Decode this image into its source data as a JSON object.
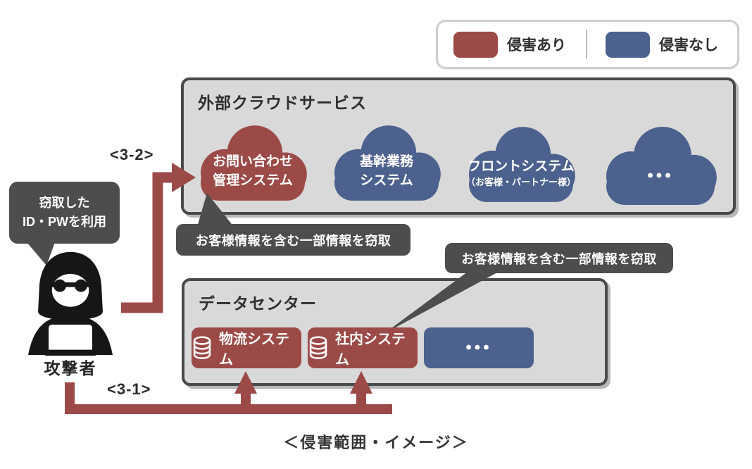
{
  "page": {
    "caption": "＜侵害範囲・イメージ＞"
  },
  "legend": {
    "breached_label": "侵害あり",
    "not_breached_label": "侵害なし",
    "breached_color": "#9c4a48",
    "not_breached_color": "#4c618e"
  },
  "attacker": {
    "label": "攻撃者",
    "bubble_line1": "窃取した",
    "bubble_line2": "ID・PWを利用"
  },
  "arrows": {
    "step_3_2_label": "<3-2>",
    "step_3_1_label": "<3-1>",
    "color": "#9c4a48"
  },
  "cloud_section": {
    "title": "外部クラウドサービス",
    "clouds": [
      {
        "line1": "お問い合わせ",
        "line2": "管理システム",
        "status": "breached"
      },
      {
        "line1": "基幹業務",
        "line2": "システム",
        "status": "clean"
      },
      {
        "line1": "フロントシステム",
        "line2": "（お客様・パートナー様）",
        "status": "clean"
      },
      {
        "line1": "•••",
        "line2": "",
        "status": "clean"
      }
    ],
    "callout": "お客様情報を含む一部情報を窃取"
  },
  "datacenter_section": {
    "title": "データセンター",
    "systems": [
      {
        "label": "物流システム",
        "status": "breached",
        "icon": "database-icon"
      },
      {
        "label": "社内システム",
        "status": "breached",
        "icon": "database-icon"
      },
      {
        "label": "•••",
        "status": "clean",
        "icon": ""
      }
    ],
    "callout": "お客様情報を含む一部情報を窃取"
  },
  "colors": {
    "container_fill": "#d9d9d9",
    "container_border": "#4a4a4a",
    "callout_bg": "#4d4d4d"
  }
}
